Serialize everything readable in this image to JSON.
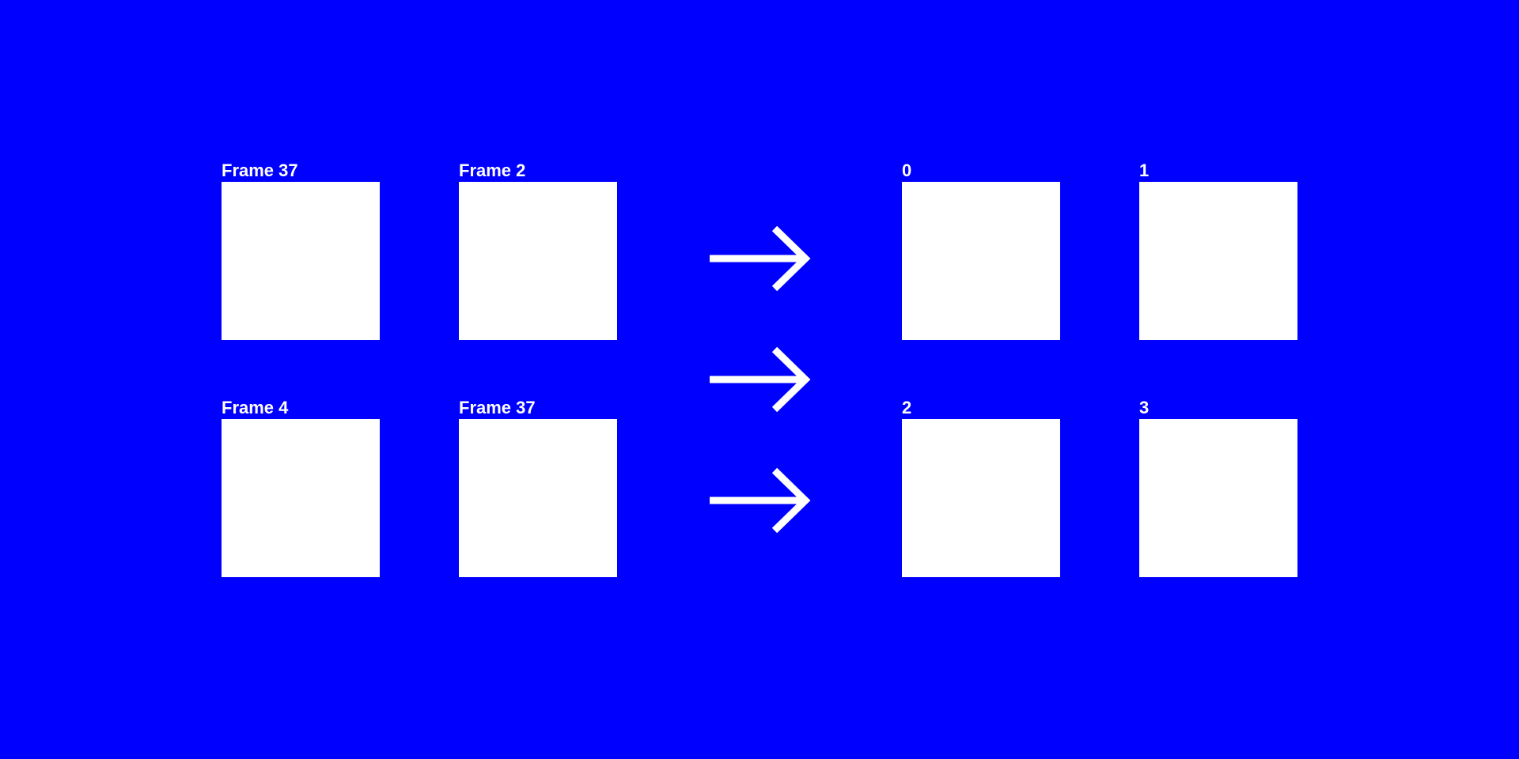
{
  "colors": {
    "background": "#0000FF",
    "frame_fill": "#FFFFFF",
    "label_text": "#FFFFFF",
    "arrow": "#FFFFFF"
  },
  "source_frames": [
    {
      "label": "Frame 37"
    },
    {
      "label": "Frame 2"
    },
    {
      "label": "Frame 4"
    },
    {
      "label": "Frame 37"
    }
  ],
  "result_frames": [
    {
      "label": "0"
    },
    {
      "label": "1"
    },
    {
      "label": "2"
    },
    {
      "label": "3"
    }
  ],
  "arrows": [
    {
      "icon": "arrow-right-icon"
    },
    {
      "icon": "arrow-right-icon"
    },
    {
      "icon": "arrow-right-icon"
    }
  ]
}
